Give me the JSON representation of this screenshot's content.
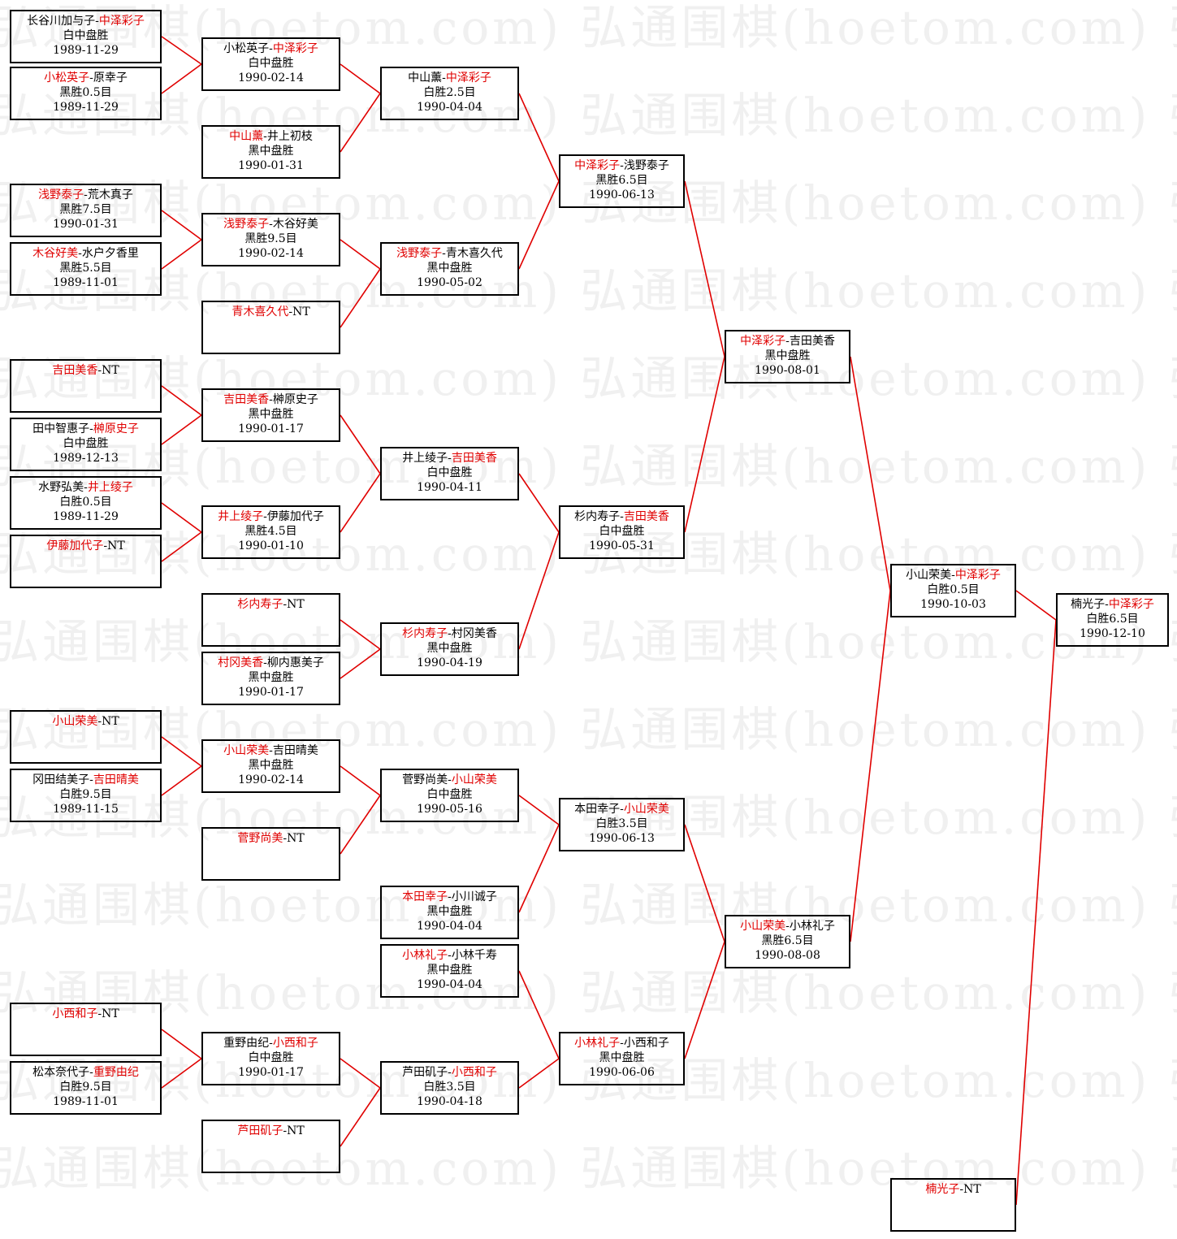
{
  "watermark": "弘通围棋(hoetom.com)",
  "colors": {
    "winner": "#e00000",
    "line": "#e00000",
    "border": "#000000",
    "watermark": "#f0f0f0"
  },
  "bracket": {
    "round1": [
      {
        "id": "r1-1",
        "p1": "长谷川加与子",
        "p2": "中泽彩子",
        "winner": 2,
        "result": "白中盘胜",
        "date": "1989-11-29"
      },
      {
        "id": "r1-2",
        "p1": "小松英子",
        "p2": "原幸子",
        "winner": 1,
        "result": "黑胜0.5目",
        "date": "1989-11-29"
      },
      {
        "id": "r1-3",
        "p1": "浅野泰子",
        "p2": "荒木真子",
        "winner": 1,
        "result": "黑胜7.5目",
        "date": "1990-01-31"
      },
      {
        "id": "r1-4",
        "p1": "木谷好美",
        "p2": "水户夕香里",
        "winner": 1,
        "result": "黑胜5.5目",
        "date": "1989-11-01"
      },
      {
        "id": "r1-5",
        "p1": "吉田美香",
        "p2": "NT",
        "winner": 1,
        "result": "",
        "date": ""
      },
      {
        "id": "r1-6",
        "p1": "田中智惠子",
        "p2": "榊原史子",
        "winner": 2,
        "result": "白中盘胜",
        "date": "1989-12-13"
      },
      {
        "id": "r1-7",
        "p1": "水野弘美",
        "p2": "井上绫子",
        "winner": 2,
        "result": "白胜0.5目",
        "date": "1989-11-29"
      },
      {
        "id": "r1-8",
        "p1": "伊藤加代子",
        "p2": "NT",
        "winner": 1,
        "result": "",
        "date": ""
      },
      {
        "id": "r1-9",
        "p1": "小山荣美",
        "p2": "NT",
        "winner": 1,
        "result": "",
        "date": ""
      },
      {
        "id": "r1-10",
        "p1": "冈田结美子",
        "p2": "吉田晴美",
        "winner": 2,
        "result": "白胜9.5目",
        "date": "1989-11-15"
      },
      {
        "id": "r1-11",
        "p1": "小西和子",
        "p2": "NT",
        "winner": 1,
        "result": "",
        "date": ""
      },
      {
        "id": "r1-12",
        "p1": "松本奈代子",
        "p2": "重野由纪",
        "winner": 2,
        "result": "白胜9.5目",
        "date": "1989-11-01"
      }
    ],
    "round2": [
      {
        "id": "r2-1",
        "p1": "小松英子",
        "p2": "中泽彩子",
        "winner": 2,
        "result": "白中盘胜",
        "date": "1990-02-14"
      },
      {
        "id": "r2-2",
        "p1": "中山薰",
        "p2": "井上初枝",
        "winner": 1,
        "result": "黑中盘胜",
        "date": "1990-01-31"
      },
      {
        "id": "r2-3",
        "p1": "浅野泰子",
        "p2": "木谷好美",
        "winner": 1,
        "result": "黑胜9.5目",
        "date": "1990-02-14"
      },
      {
        "id": "r2-4",
        "p1": "青木喜久代",
        "p2": "NT",
        "winner": 1,
        "result": "",
        "date": ""
      },
      {
        "id": "r2-5",
        "p1": "吉田美香",
        "p2": "榊原史子",
        "winner": 1,
        "result": "黑中盘胜",
        "date": "1990-01-17"
      },
      {
        "id": "r2-6",
        "p1": "井上绫子",
        "p2": "伊藤加代子",
        "winner": 1,
        "result": "黑胜4.5目",
        "date": "1990-01-10"
      },
      {
        "id": "r2-7",
        "p1": "杉内寿子",
        "p2": "NT",
        "winner": 1,
        "result": "",
        "date": ""
      },
      {
        "id": "r2-8",
        "p1": "村冈美香",
        "p2": "柳内惠美子",
        "winner": 1,
        "result": "黑中盘胜",
        "date": "1990-01-17"
      },
      {
        "id": "r2-9",
        "p1": "小山荣美",
        "p2": "吉田晴美",
        "winner": 1,
        "result": "黑中盘胜",
        "date": "1990-02-14"
      },
      {
        "id": "r2-10",
        "p1": "菅野尚美",
        "p2": "NT",
        "winner": 1,
        "result": "",
        "date": ""
      },
      {
        "id": "r2-11",
        "p1": "重野由纪",
        "p2": "小西和子",
        "winner": 2,
        "result": "白中盘胜",
        "date": "1990-01-17"
      },
      {
        "id": "r2-12",
        "p1": "芦田矶子",
        "p2": "NT",
        "winner": 1,
        "result": "",
        "date": ""
      }
    ],
    "round3": [
      {
        "id": "r3-1",
        "p1": "中山薰",
        "p2": "中泽彩子",
        "winner": 2,
        "result": "白胜2.5目",
        "date": "1990-04-04"
      },
      {
        "id": "r3-2",
        "p1": "浅野泰子",
        "p2": "青木喜久代",
        "winner": 1,
        "result": "黑中盘胜",
        "date": "1990-05-02"
      },
      {
        "id": "r3-3",
        "p1": "井上绫子",
        "p2": "吉田美香",
        "winner": 2,
        "result": "白中盘胜",
        "date": "1990-04-11"
      },
      {
        "id": "r3-4",
        "p1": "杉内寿子",
        "p2": "村冈美香",
        "winner": 1,
        "result": "黑中盘胜",
        "date": "1990-04-19"
      },
      {
        "id": "r3-5",
        "p1": "菅野尚美",
        "p2": "小山荣美",
        "winner": 2,
        "result": "白中盘胜",
        "date": "1990-05-16"
      },
      {
        "id": "r3-6",
        "p1": "本田幸子",
        "p2": "小川诚子",
        "winner": 1,
        "result": "黑中盘胜",
        "date": "1990-04-04"
      },
      {
        "id": "r3-7",
        "p1": "小林礼子",
        "p2": "小林千寿",
        "winner": 1,
        "result": "黑中盘胜",
        "date": "1990-04-04"
      },
      {
        "id": "r3-8",
        "p1": "芦田矶子",
        "p2": "小西和子",
        "winner": 2,
        "result": "白胜3.5目",
        "date": "1990-04-18"
      }
    ],
    "round4": [
      {
        "id": "r4-1",
        "p1": "中泽彩子",
        "p2": "浅野泰子",
        "winner": 1,
        "result": "黑胜6.5目",
        "date": "1990-06-13"
      },
      {
        "id": "r4-2",
        "p1": "杉内寿子",
        "p2": "吉田美香",
        "winner": 2,
        "result": "白中盘胜",
        "date": "1990-05-31"
      },
      {
        "id": "r4-3",
        "p1": "本田幸子",
        "p2": "小山荣美",
        "winner": 2,
        "result": "白胜3.5目",
        "date": "1990-06-13"
      },
      {
        "id": "r4-4",
        "p1": "小林礼子",
        "p2": "小西和子",
        "winner": 1,
        "result": "黑中盘胜",
        "date": "1990-06-06"
      }
    ],
    "round5": [
      {
        "id": "r5-1",
        "p1": "中泽彩子",
        "p2": "吉田美香",
        "winner": 1,
        "result": "黑中盘胜",
        "date": "1990-08-01"
      },
      {
        "id": "r5-2",
        "p1": "小山荣美",
        "p2": "小林礼子",
        "winner": 1,
        "result": "黑胜6.5目",
        "date": "1990-08-08"
      }
    ],
    "round6": [
      {
        "id": "r6-1",
        "p1": "小山荣美",
        "p2": "中泽彩子",
        "winner": 2,
        "result": "白胜0.5目",
        "date": "1990-10-03"
      },
      {
        "id": "r6-2",
        "p1": "楠光子",
        "p2": "NT",
        "winner": 1,
        "result": "",
        "date": ""
      }
    ],
    "final": [
      {
        "id": "final",
        "p1": "楠光子",
        "p2": "中泽彩子",
        "winner": 2,
        "result": "白胜6.5目",
        "date": "1990-12-10"
      }
    ]
  }
}
